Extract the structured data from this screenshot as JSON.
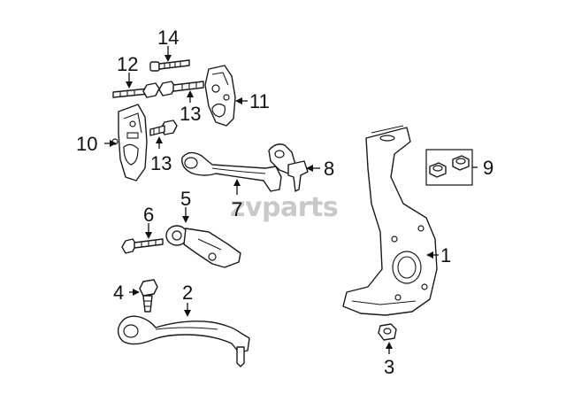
{
  "watermark": "zvparts",
  "callouts": {
    "c1": "1",
    "c2": "2",
    "c3": "3",
    "c4": "4",
    "c5": "5",
    "c6": "6",
    "c7": "7",
    "c8": "8",
    "c9": "9",
    "c10": "10",
    "c11": "11",
    "c12": "12",
    "c13a": "13",
    "c13b": "13",
    "c14": "14"
  }
}
